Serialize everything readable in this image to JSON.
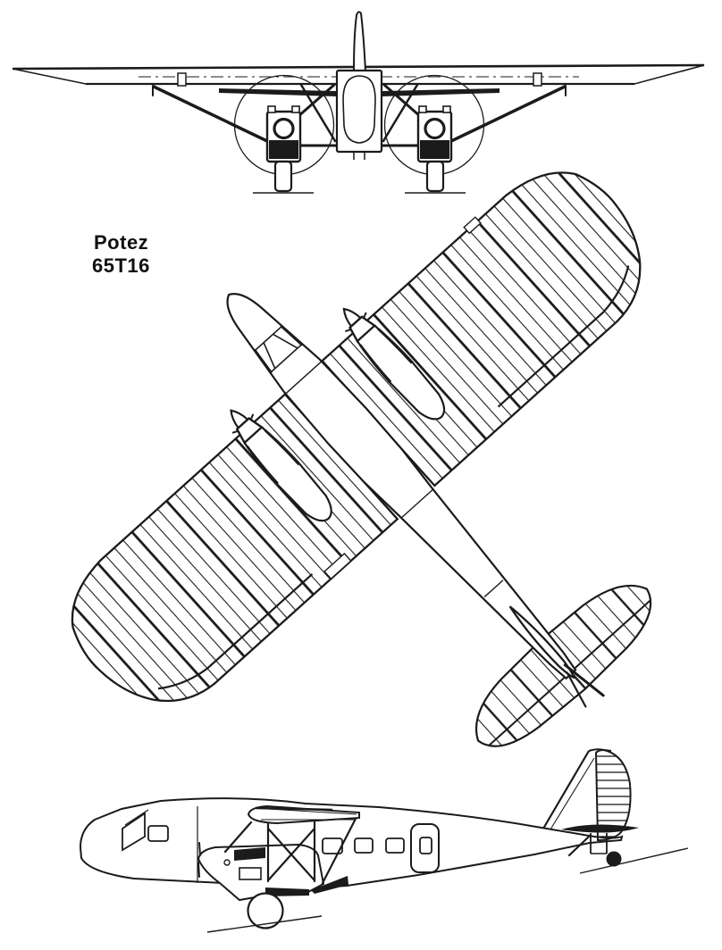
{
  "drawing": {
    "title_label": {
      "line1": "Potez",
      "line2": "65T16"
    },
    "subject": "Potez 65T16 three-view line drawing",
    "views": [
      "front view",
      "plan view (rotated diagonally)",
      "side view"
    ],
    "colors": {
      "background": "#ffffff",
      "ink": "#1b1b1b"
    }
  }
}
